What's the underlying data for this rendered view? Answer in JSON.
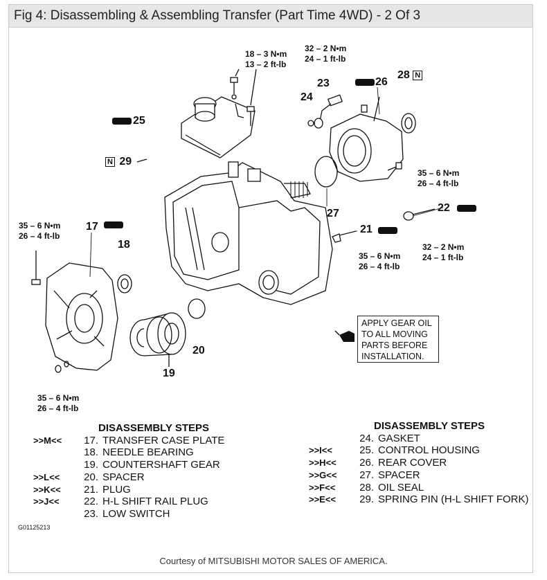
{
  "title": "Fig 4: Disassembling & Assembling Transfer (Part Time 4WD) - 2 Of 3",
  "torques": {
    "t_top": [
      "18 – 3 N•m",
      "13 – 2 ft-lb"
    ],
    "t_23": [
      "32 – 2 N•m",
      "24 – 1 ft-lb"
    ],
    "t_left": [
      "35 – 6 N•m",
      "26 – 4 ft-lb"
    ],
    "t_rear": [
      "35 – 6 N•m",
      "26 – 4 ft-lb"
    ],
    "t_21": [
      "35 – 6 N•m",
      "26 – 4 ft-lb"
    ],
    "t_22": [
      "32 – 2 N•m",
      "24 – 1 ft-lb"
    ],
    "t_bottom": [
      "35 – 6 N•m",
      "26 – 4 ft-lb"
    ]
  },
  "callouts": {
    "c17": "17",
    "c18": "18",
    "c19": "19",
    "c20": "20",
    "c21": "21",
    "c22": "22",
    "c23": "23",
    "c24": "24",
    "c25": "25",
    "c26": "26",
    "c27": "27",
    "c28": "28",
    "c29": "29",
    "n_symbol": "N"
  },
  "note": [
    "APPLY GEAR OIL",
    "TO ALL MOVING",
    "PARTS BEFORE",
    "INSTALLATION."
  ],
  "steps_left": {
    "heading": "DISASSEMBLY STEPS",
    "rows": [
      {
        "code": ">>M<<",
        "num": "17.",
        "text": "TRANSFER CASE PLATE"
      },
      {
        "code": "",
        "num": "18.",
        "text": "NEEDLE BEARING"
      },
      {
        "code": "",
        "num": "19.",
        "text": "COUNTERSHAFT GEAR"
      },
      {
        "code": ">>L<<",
        "num": "20.",
        "text": "SPACER"
      },
      {
        "code": ">>K<<",
        "num": "21.",
        "text": "PLUG"
      },
      {
        "code": ">>J<<",
        "num": "22.",
        "text": "H-L SHIFT RAIL PLUG"
      },
      {
        "code": "",
        "num": "23.",
        "text": "LOW SWITCH"
      }
    ]
  },
  "steps_right": {
    "heading": "DISASSEMBLY STEPS",
    "rows": [
      {
        "code": "",
        "num": "24.",
        "text": "GASKET"
      },
      {
        "code": ">>I<<",
        "num": "25.",
        "text": "CONTROL HOUSING"
      },
      {
        "code": ">>H<<",
        "num": "26.",
        "text": "REAR COVER"
      },
      {
        "code": ">>G<<",
        "num": "27.",
        "text": "SPACER"
      },
      {
        "code": ">>F<<",
        "num": "28.",
        "text": "OIL SEAL"
      },
      {
        "code": ">>E<<",
        "num": "29.",
        "text": "SPRING PIN (H-L SHIFT FORK)"
      }
    ]
  },
  "figure_id": "G01125213",
  "courtesy": "Courtesy of MITSUBISHI MOTOR SALES OF AMERICA."
}
